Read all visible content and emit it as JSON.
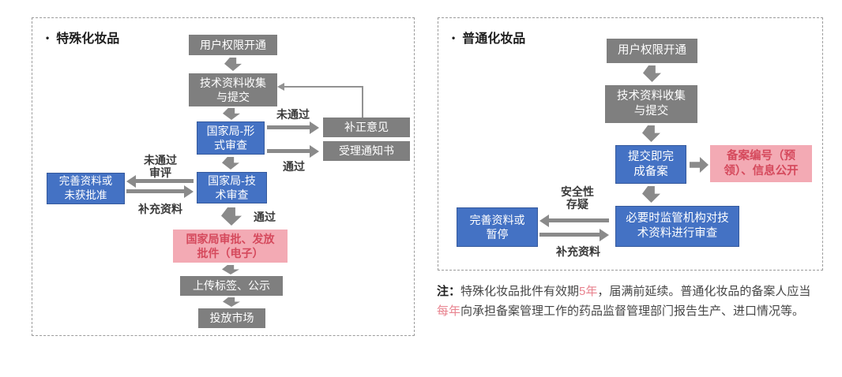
{
  "colors": {
    "box_gray": "#7f7f7f",
    "box_blue": "#4472c4",
    "box_pink_bg": "#f3aab4",
    "box_pink_text": "#d5495c",
    "arrow_gray": "#8a8a8a",
    "note_highlight": "#e8838f"
  },
  "left_panel": {
    "bullet": "•",
    "title": "特殊化妆品",
    "nodes": {
      "user_permission": "用户权限开通",
      "tech_data": "技术资料收集\n与提交",
      "formal_review": "国家局-形\n式审查",
      "technical_review": "国家局-技\n术审查",
      "correction_opinion": "补正意见",
      "acceptance_notice": "受理通知书",
      "improve_or_rejected": "完善资料或\n未获批准",
      "approval_certificate": "国家局审批、发放\n批件（电子）",
      "upload_label": "上传标签、公示",
      "market_launch": "投放市场"
    },
    "labels": {
      "not_passed": "未通过",
      "passed": "通过",
      "not_passed_review": "未通过\n审评",
      "supplement": "补充资料",
      "passed_final": "通过"
    }
  },
  "right_panel": {
    "bullet": "•",
    "title": "普通化妆品",
    "nodes": {
      "user_permission": "用户权限开通",
      "tech_data": "技术资料收集\n与提交",
      "submit_filing": "提交即完\n成备案",
      "filing_number": "备案编号（预\n领）、信息公开",
      "regulator_review": "必要时监管机构对技\n术资料进行审查",
      "improve_or_pause": "完善资料或\n暂停"
    },
    "labels": {
      "safety_doubt": "安全性\n存疑",
      "supplement": "补充资料"
    }
  },
  "note": {
    "prefix": "注：",
    "seg1": "特殊化妆品批件有效期",
    "hl1": "5年",
    "seg2": "，届满前延续。普通化妆品的备案人应当",
    "hl2": "每年",
    "seg3": "向承担备案管理工作的药品监督管理部门报告生产、进口情况等。"
  }
}
